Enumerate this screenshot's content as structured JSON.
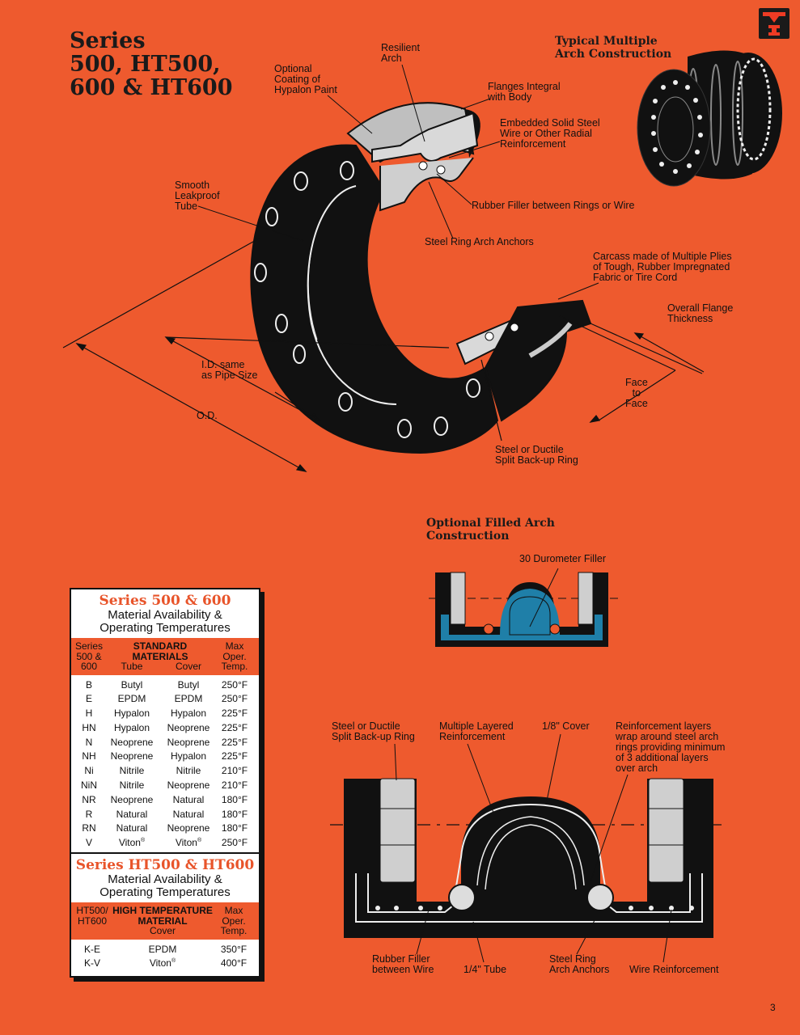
{
  "title": [
    "Series",
    "500, HT500,",
    "600 & HT600"
  ],
  "logo": "M I",
  "page_number": "3",
  "main_diagram": {
    "labels": {
      "resilient_arch": "Resilient\nArch",
      "optional_coating": "Optional\nCoating of\nHypalon Paint",
      "flanges_integral": "Flanges Integral\nwith Body",
      "embedded_wire": "Embedded Solid Steel\nWire or Other Radial\nReinforcement",
      "smooth_tube": "Smooth\nLeakproof\nTube",
      "rubber_filler": "Rubber Filler between Rings or Wire",
      "steel_ring_anchors": "Steel Ring Arch Anchors",
      "carcass": "Carcass made of Multiple Plies\nof Tough, Rubber Impregnated\nFabric or Tire Cord",
      "overall_flange": "Overall Flange\nThickness",
      "id_same": "I.D. same\nas Pipe Size",
      "face_to_face": "Face\nto\nFace",
      "od": "O.D.",
      "backup_ring": "Steel or Ductile\nSplit Back-up Ring"
    }
  },
  "multiple_arch": {
    "title": "Typical Multiple\nArch Construction"
  },
  "filled_arch": {
    "title": "Optional Filled Arch\nConstruction",
    "filler_label": "30 Durometer Filler"
  },
  "cross_section": {
    "labels": {
      "backup_ring": "Steel or Ductile\nSplit Back-up Ring",
      "layered": "Multiple Layered\nReinforcement",
      "cover": "1/8\" Cover",
      "reinforcement": "Reinforcement layers\nwrap around steel arch\nrings providing minimum\nof 3 additional layers\nover arch",
      "rubber_filler": "Rubber Filler\nbetween Wire",
      "tube": "1/4\" Tube",
      "ring_anchors": "Steel Ring\nArch Anchors",
      "wire": "Wire Reinforcement"
    }
  },
  "table_standard": {
    "title": "Series 500 & 600",
    "subtitle": "Material Availability &\nOperating Temperatures",
    "header_series": "Series\n500 &\n600",
    "header_materials": "STANDARD\nMATERIALS",
    "header_tube": "Tube",
    "header_cover": "Cover",
    "header_temp": "Max\nOper.\nTemp.",
    "rows": [
      {
        "series": "B",
        "tube": "Butyl",
        "cover": "Butyl",
        "temp": "250°F"
      },
      {
        "series": "E",
        "tube": "EPDM",
        "cover": "EPDM",
        "temp": "250°F"
      },
      {
        "series": "H",
        "tube": "Hypalon",
        "cover": "Hypalon",
        "temp": "225°F"
      },
      {
        "series": "HN",
        "tube": "Hypalon",
        "cover": "Neoprene",
        "temp": "225°F"
      },
      {
        "series": "N",
        "tube": "Neoprene",
        "cover": "Neoprene",
        "temp": "225°F"
      },
      {
        "series": "NH",
        "tube": "Neoprene",
        "cover": "Hypalon",
        "temp": "225°F"
      },
      {
        "series": "Ni",
        "tube": "Nitrile",
        "cover": "Nitrile",
        "temp": "210°F"
      },
      {
        "series": "NiN",
        "tube": "Nitrile",
        "cover": "Neoprene",
        "temp": "210°F"
      },
      {
        "series": "NR",
        "tube": "Neoprene",
        "cover": "Natural",
        "temp": "180°F"
      },
      {
        "series": "R",
        "tube": "Natural",
        "cover": "Natural",
        "temp": "180°F"
      },
      {
        "series": "RN",
        "tube": "Natural",
        "cover": "Neoprene",
        "temp": "180°F"
      },
      {
        "series": "V",
        "tube": "Viton",
        "cover": "Viton",
        "temp": "250°F"
      }
    ],
    "registered": "®"
  },
  "table_ht": {
    "title": "Series HT500 & HT600",
    "subtitle": "Material Availability &\nOperating Temperatures",
    "header_series": "HT500/\nHT600",
    "header_materials": "HIGH TEMPERATURE\nMATERIAL",
    "header_cover": "Cover",
    "header_temp": "Max\nOper.\nTemp.",
    "rows": [
      {
        "series": "K-E",
        "cover": "EPDM",
        "temp": "350°F"
      },
      {
        "series": "K-V",
        "cover": "Viton",
        "temp": "400°F"
      }
    ]
  },
  "colors": {
    "background": "#ee5a2e",
    "ink": "#111111",
    "title_orange": "#e8542a",
    "filler_blue": "#1f7fa8"
  }
}
